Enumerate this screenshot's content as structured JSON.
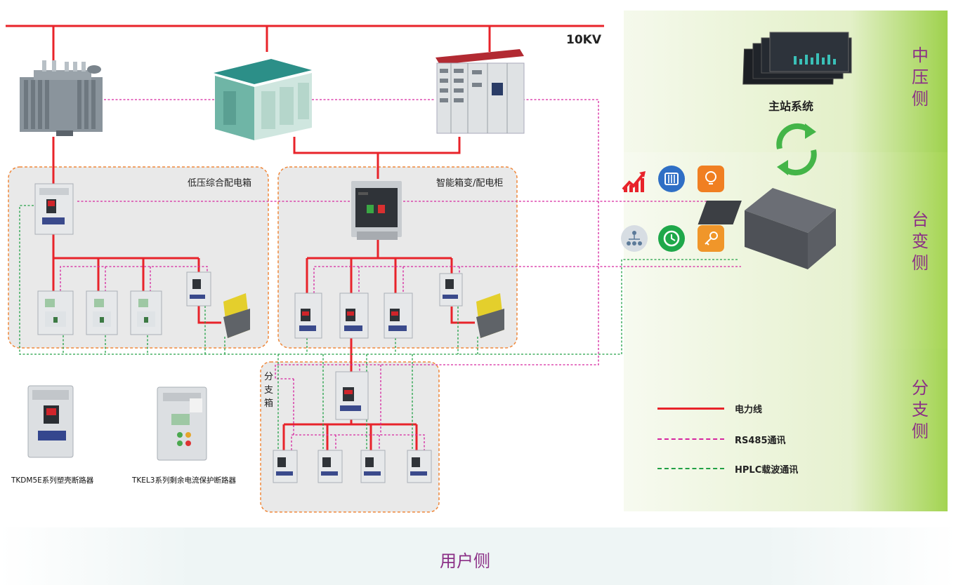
{
  "voltage_label": "10KV",
  "master_station_label": "主站系统",
  "bands": {
    "mv": {
      "chars": [
        "中",
        "压",
        "侧"
      ]
    },
    "transformer": {
      "chars": [
        "台",
        "变",
        "侧"
      ]
    },
    "branch": {
      "chars": [
        "分",
        "支",
        "侧"
      ]
    },
    "user": {
      "label": "用户侧"
    }
  },
  "groups": {
    "lv_box": {
      "title": "低压综合配电箱"
    },
    "smart_box": {
      "title": "智能箱变/配电柜"
    },
    "branch_box": {
      "chars": [
        "分",
        "支",
        "箱"
      ]
    }
  },
  "products": [
    {
      "caption": "TKDM5E系列塑壳断路器"
    },
    {
      "caption": "TKEL3系列剩余电流保护断路器"
    }
  ],
  "legend": [
    {
      "label": "电力线",
      "color": "#e8232a",
      "style": "solid"
    },
    {
      "label": "RS485通讯",
      "color": "#d6249f",
      "style": "dashed"
    },
    {
      "label": "HPLC载波通讯",
      "color": "#21a045",
      "style": "dashed"
    }
  ],
  "function_icons": [
    {
      "icon": "chart-growth-icon",
      "color": "#e8232a"
    },
    {
      "icon": "sliders-icon",
      "color": "#2f6fc5"
    },
    {
      "icon": "bulb-icon",
      "color": "#f07f22"
    },
    {
      "icon": "topology-icon",
      "color": "#9aa7b5"
    },
    {
      "icon": "clock-icon",
      "color": "#1fa84a"
    },
    {
      "icon": "key-icon",
      "color": "#f0962a"
    }
  ]
}
